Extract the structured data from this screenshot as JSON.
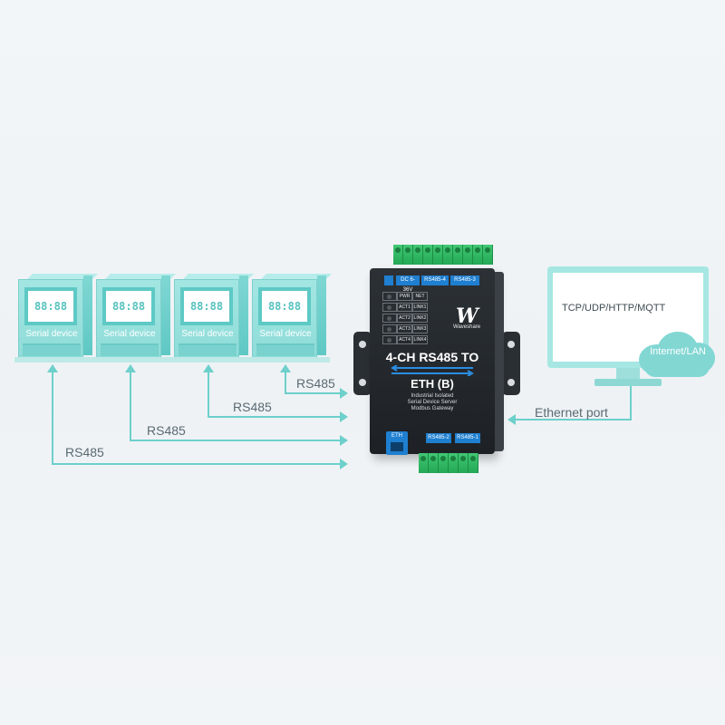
{
  "devices": [
    {
      "readout": "88:88",
      "label": "Serial device"
    },
    {
      "readout": "88:88",
      "label": "Serial device"
    },
    {
      "readout": "88:88",
      "label": "Serial device"
    },
    {
      "readout": "88:88",
      "label": "Serial device"
    }
  ],
  "connections": [
    {
      "label": "RS485"
    },
    {
      "label": "RS485"
    },
    {
      "label": "RS485"
    },
    {
      "label": "RS485"
    }
  ],
  "gateway": {
    "brand": "Waveshare",
    "title_line1": "4-CH RS485 TO",
    "title_line2": "ETH (B)",
    "subtitle_lines": [
      "Industrial Isolated",
      "Serial Device Server",
      "Modbus Gateway"
    ],
    "top_ports": [
      "DC 6-36V",
      "RS485-4",
      "RS485-3"
    ],
    "bottom_ports": [
      "RS485-2",
      "RS485-1"
    ],
    "eth_label": "ETH",
    "led_labels": [
      [
        "PWR",
        "NET"
      ],
      [
        "ACT1",
        "LINK1"
      ],
      [
        "ACT2",
        "LINK2"
      ],
      [
        "ACT3",
        "LINK3"
      ],
      [
        "ACT4",
        "LINK4"
      ]
    ]
  },
  "ethernet_label": "Ethernet port",
  "pc": {
    "protocols": "TCP/UDP/HTTP/MQTT",
    "cloud_label": "Internet/LAN"
  },
  "colors": {
    "accent": "#6dd0cb",
    "device": "#8edcd8",
    "gateway": "#23282c",
    "port_blue": "#1f7fd0",
    "terminal_green": "#2db25e"
  }
}
